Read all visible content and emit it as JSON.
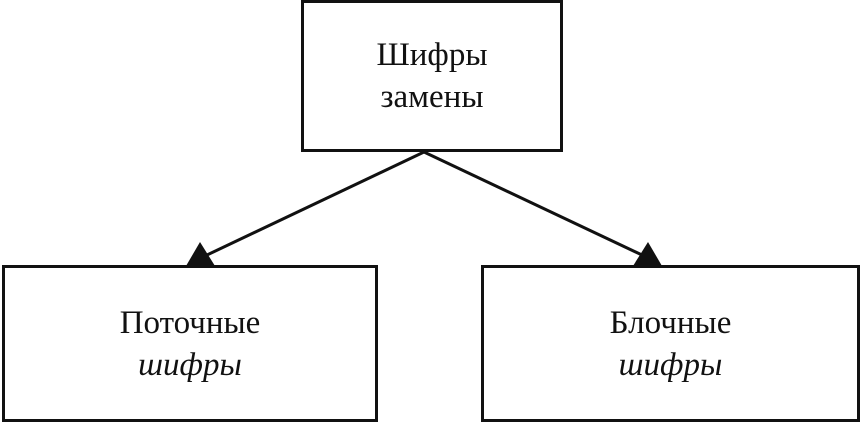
{
  "diagram": {
    "root": {
      "line1": "Шифры",
      "line2": "замены"
    },
    "children": [
      {
        "line1": "Поточные",
        "line2": "шифры"
      },
      {
        "line1": "Блочные",
        "line2": "шифры"
      }
    ],
    "colors": {
      "stroke": "#111111",
      "background": "#ffffff"
    }
  }
}
